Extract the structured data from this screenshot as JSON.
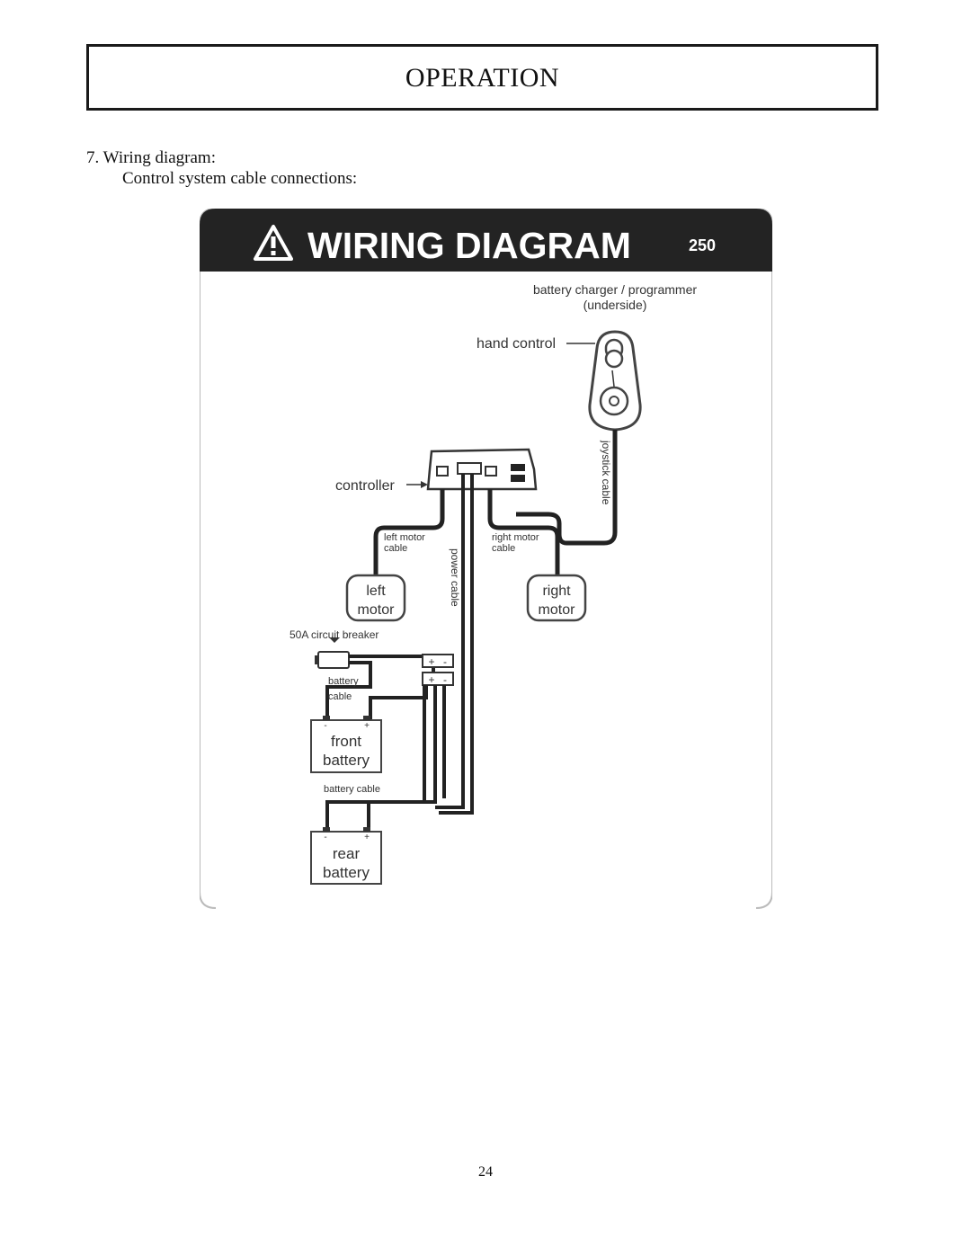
{
  "header": {
    "title": "OPERATION"
  },
  "section": {
    "heading": "7. Wiring diagram:",
    "subheading": "Control system cable connections:"
  },
  "figure": {
    "banner_title": "WIRING DIAGRAM",
    "banner_model": "250",
    "labels": {
      "charger_line1": "battery charger / programmer",
      "charger_line2": "(underside)",
      "hand_control": "hand control",
      "joystick_cable": "joystick cable",
      "controller": "controller",
      "left_motor_cable_1": "left motor",
      "left_motor_cable_2": "cable",
      "right_motor_cable_1": "right motor",
      "right_motor_cable_2": "cable",
      "power_cable": "power cable",
      "left_motor_1": "left",
      "left_motor_2": "motor",
      "right_motor_1": "right",
      "right_motor_2": "motor",
      "circuit_breaker": "50A circuit breaker",
      "battery_cable_front_1": "battery",
      "battery_cable_front_2": "cable",
      "front_battery_1": "front",
      "front_battery_2": "battery",
      "battery_cable_rear": "battery cable",
      "rear_battery_1": "rear",
      "rear_battery_2": "battery",
      "plus": "+",
      "minus": "-"
    }
  },
  "footer": {
    "page_number": "24"
  }
}
